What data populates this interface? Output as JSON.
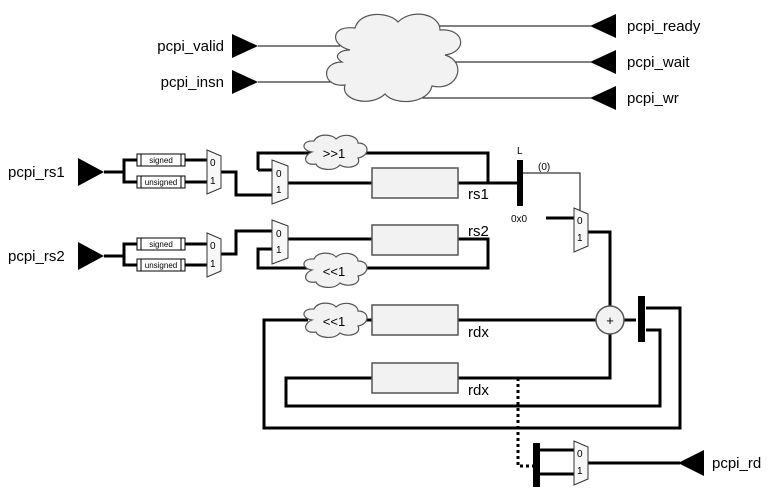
{
  "ports": {
    "pcpi_valid": "pcpi_valid",
    "pcpi_insn": "pcpi_insn",
    "pcpi_ready": "pcpi_ready",
    "pcpi_wait": "pcpi_wait",
    "pcpi_wr": "pcpi_wr",
    "pcpi_rs1": "pcpi_rs1",
    "pcpi_rs2": "pcpi_rs2",
    "pcpi_rd": "pcpi_rd"
  },
  "registers": {
    "rs1": "rs1",
    "rs2": "rs2",
    "rdx_1": "rdx",
    "rdx_2": "rdx"
  },
  "ops": {
    "shift_right": ">>1",
    "shift_left_rs2": "<<1",
    "shift_left_rdx": "<<1",
    "adder": "+"
  },
  "extenders": {
    "signed": "signed",
    "unsigned": "unsigned"
  },
  "mux_inputs": {
    "zero": "0",
    "one": "1"
  },
  "annotations": {
    "latch": "L",
    "paren_zero": "(0)",
    "hex_zero": "0x0"
  }
}
